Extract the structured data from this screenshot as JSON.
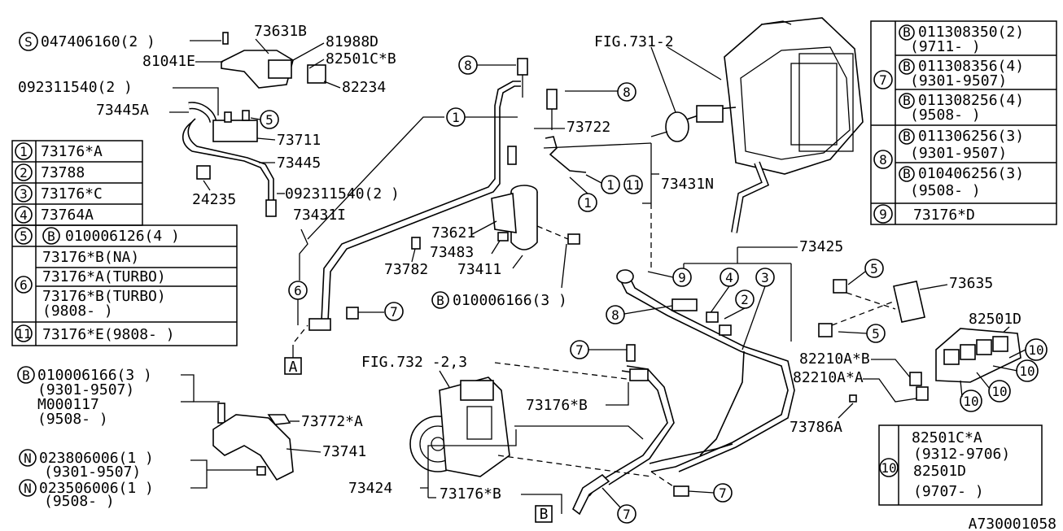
{
  "callouts": {
    "c047406160": "047406160(2 )",
    "c73631B": "73631B",
    "c81988D": "81988D",
    "c82501CB": "82501C*B",
    "c81041E": "81041E",
    "c82234": "82234",
    "c092311540a": "092311540(2 )",
    "c73445A": "73445A",
    "c73711": "73711",
    "c73445": "73445",
    "c24235": "24235",
    "c092311540b": "092311540(2 )",
    "c73431I": "73431I",
    "c73722": "73722",
    "c73431N": "73431N",
    "c73621": "73621",
    "c73483": "73483",
    "c73782": "73782",
    "c73411": "73411",
    "cB010006166": "010006166(3 )",
    "fig7312": "FIG.731-2",
    "c73425": "73425",
    "c73635": "73635",
    "c82501D": "82501D",
    "c82210AB": "82210A*B",
    "c82210AA": "82210A*A",
    "c73786A": "73786A",
    "fig7323": "FIG.732 -2,3",
    "c73176B1": "73176*B",
    "c73176B2": "73176*B",
    "c73424": "73424",
    "c73772A": "73772*A",
    "c73741": "73741",
    "refA": "A",
    "refB": "B",
    "diagramId": "A730001058"
  },
  "circleNums": {
    "n1": "1",
    "n5": "5",
    "n6": "6",
    "n7": "7",
    "n8": "8",
    "n9": "9",
    "n4": "4",
    "n2": "2",
    "n3": "3",
    "n10": "10",
    "n11": "11",
    "sym_S": "S",
    "sym_B": "B",
    "sym_N": "N"
  },
  "left_bolts": {
    "b1": "010006166(3 )",
    "b1_date": "(9301-9507)",
    "b2": "M000117",
    "b2_date": "(9508- )",
    "n1": "023806006(1 )",
    "n1_date": "(9301-9507)",
    "n2": "023506006(1 )",
    "n2_date": "(9508- )"
  },
  "table_left": {
    "r1": "73176*A",
    "r2": "73788",
    "r3": "73176*C",
    "r4": "73764A",
    "r5": "010006126(4 )",
    "r6a": "73176*B(NA)",
    "r6b": "73176*A(TURBO)",
    "r6c": "73176*B(TURBO)",
    "r6d": "(9808- )",
    "r11": "73176*E(9808- )"
  },
  "table_right": {
    "r7a": "011308350(2)",
    "r7a_date": "(9711- )",
    "r7b": "011308356(4)",
    "r7b_date": "(9301-9507)",
    "r7c": "011308256(4)",
    "r7c_date": "(9508- )",
    "r8a": "011306256(3)",
    "r8a_date": "(9301-9507)",
    "r8b": "010406256(3)",
    "r8b_date": "(9508- )",
    "r9": "73176*D"
  },
  "table_bottom": {
    "a": "82501C*A",
    "a_date": "(9312-9706)",
    "b": "82501D",
    "b_date": "(9707- )"
  }
}
